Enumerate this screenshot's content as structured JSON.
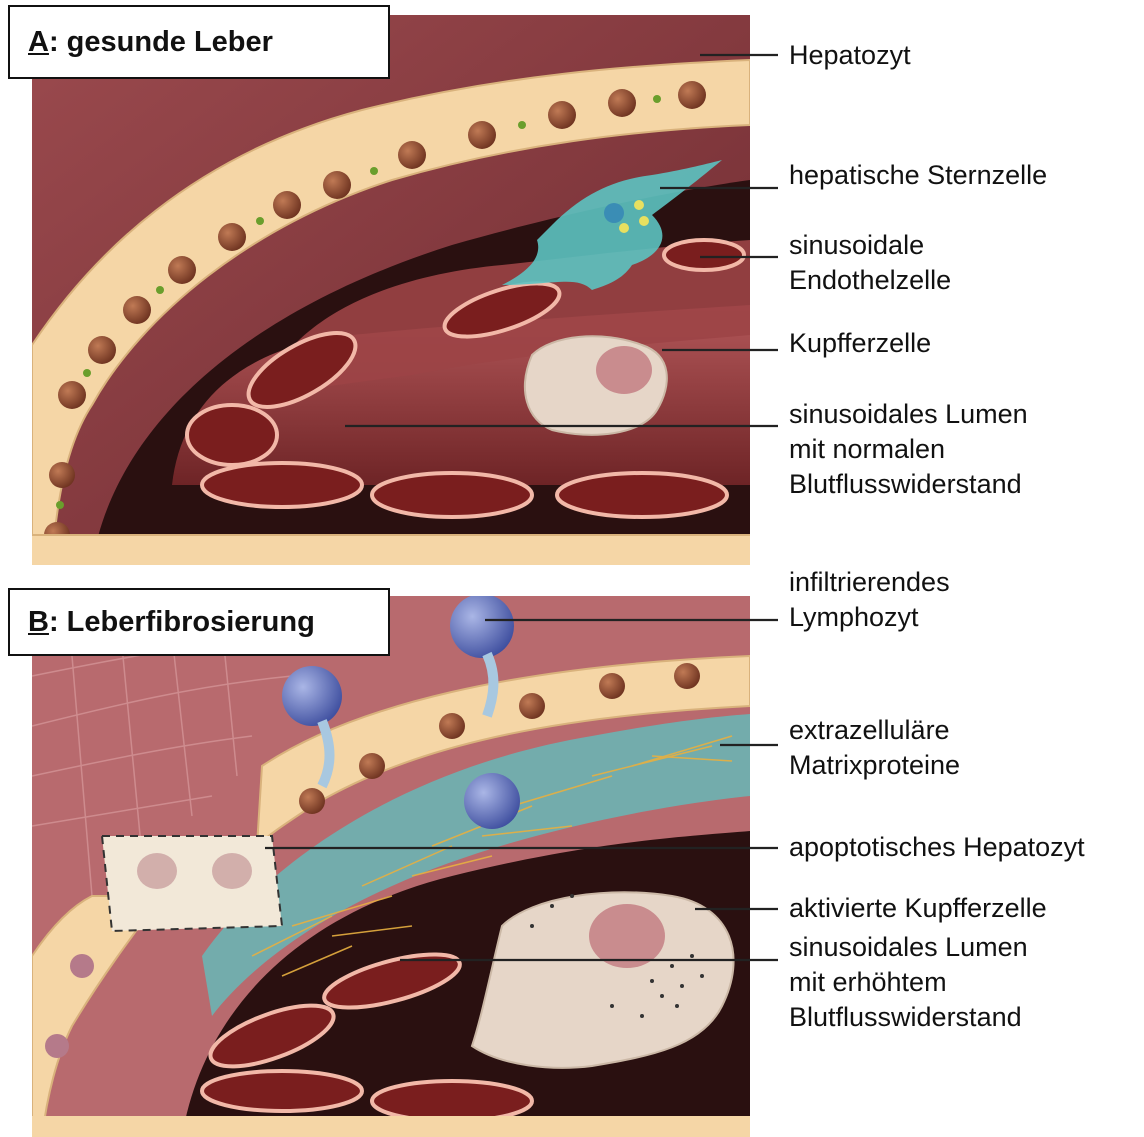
{
  "panel_a": {
    "letter": "A",
    "title": ": gesunde Leber",
    "labels": {
      "hepatozyt": "Hepatozyt",
      "sternzelle": "hepatische Sternzelle",
      "endothelzelle": "sinusoidale\nEndothelzelle",
      "kupfferzelle": "Kupfferzelle",
      "lumen": "sinusoidales Lumen\nmit normalen\nBlutflusswiderstand"
    }
  },
  "panel_b": {
    "letter": "B",
    "title": ": Leberfibrosierung",
    "labels": {
      "lymphozyt": "infiltrierendes\nLymphozyt",
      "matrix": "extrazelluläre\nMatrixproteine",
      "apoptose": "apoptotisches Hepatozyt",
      "aktiv_kupffer": "aktivierte Kupfferzelle",
      "lumen": "sinusoidales Lumen\nmit erhöhtem\nBlutflusswiderstand"
    }
  },
  "colors": {
    "tissue": "#8a3a40",
    "hepatocyte": "#f5d6a6",
    "nucleus": "#8e4a2e",
    "stellate": "#5cc3c1",
    "endothelium": "#8c2224",
    "lymphocyte": "#5566b0",
    "kupffer": "#e6d6c8"
  }
}
